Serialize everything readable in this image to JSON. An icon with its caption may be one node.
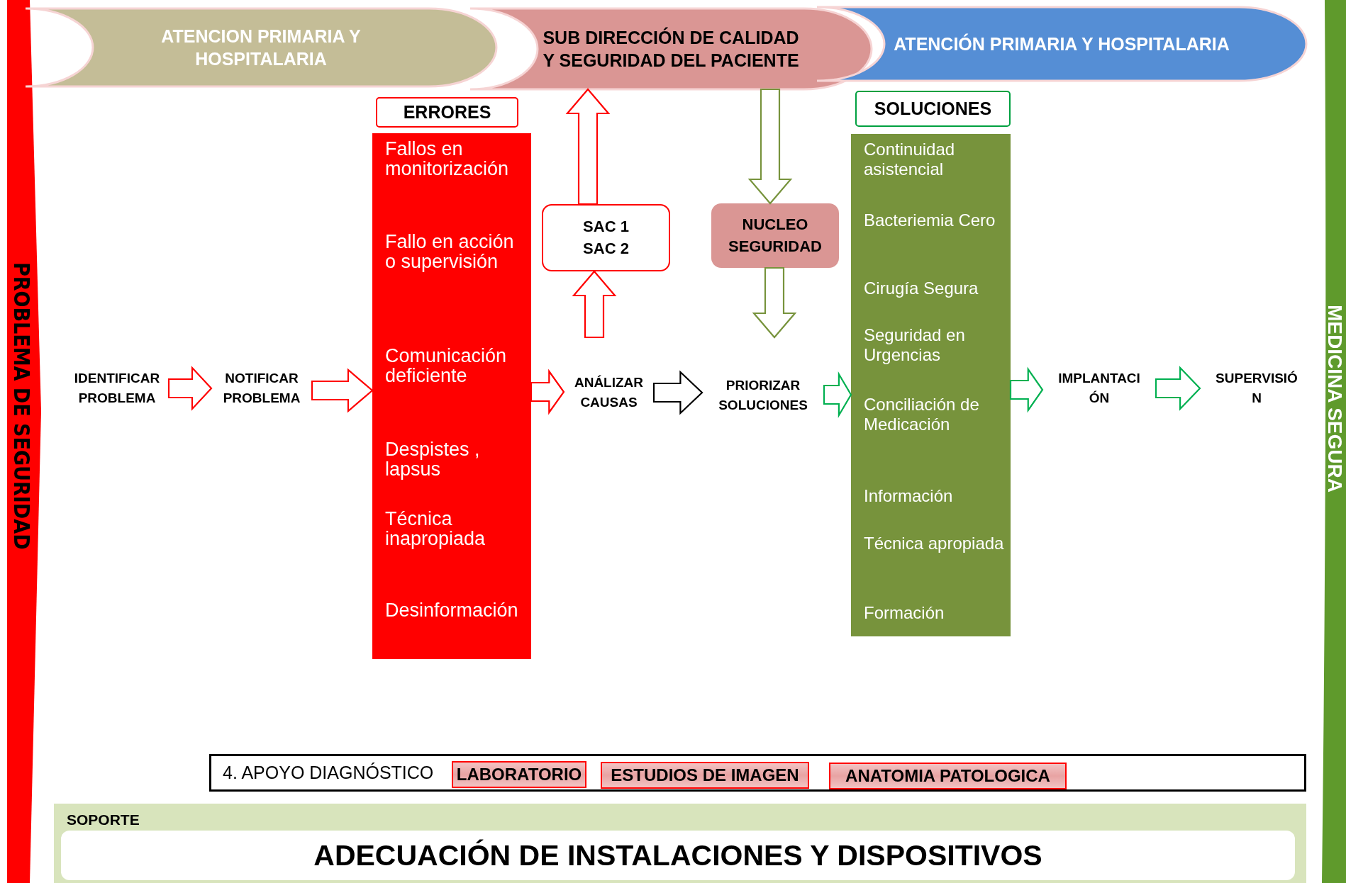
{
  "diagram": {
    "nodes": [
      {
        "text": [
          "PROBLEMA DE SEGURIDAD"
        ]
      },
      {
        "text": [
          "MEDICINA SEGURA"
        ]
      },
      {
        "text": [
          "ATENCION PRIMARIA Y HOSPITALARIA"
        ]
      },
      {
        "text": [
          "SUB DIRECCIÓN DE CALIDAD Y SEGURIDAD DEL PACIENTE"
        ]
      },
      {
        "text": [
          "ATENCIÓN PRIMARIA Y HOSPITALARIA"
        ]
      },
      {
        "text": [
          "ERRORES"
        ]
      },
      {
        "text": [
          "Fallos en monitorización",
          "Fallo en acción o supervisión",
          "Comunicación deficiente",
          "Despistes , lapsus",
          "Técnica inapropiada",
          "Desinformación"
        ]
      },
      {
        "text": [
          "SOLUCIONES"
        ]
      },
      {
        "text": [
          "Continuidad asistencial",
          "Bacteriemia Cero",
          "Cirugía Segura",
          "Seguridad en Urgencias",
          "Conciliación de Medicación",
          "Información",
          "Técnica apropiada",
          "Formación"
        ]
      },
      {
        "text": [
          "SAC 1 SAC 2"
        ]
      },
      {
        "text": [
          "NUCLEO SEGURIDAD"
        ]
      },
      {
        "text": [
          "IDENTIFICAR PROBLEMA"
        ]
      },
      {
        "text": [
          "NOTIFICAR PROBLEMA"
        ]
      },
      {
        "text": [
          "ANÁLIZAR CAUSAS"
        ]
      },
      {
        "text": [
          "PRIORIZAR SOLUCIONES"
        ]
      },
      {
        "text": [
          "IMPLANTACIÓN"
        ]
      },
      {
        "text": [
          "SUPERVISIÓN"
        ]
      },
      {
        "text": [
          "4. APOYO DIAGNÓSTICO"
        ]
      },
      {
        "text": [
          "LABORATORIO"
        ],
        "in": 17
      },
      {
        "text": [
          "ESTUDIOS DE IMAGEN"
        ],
        "in": 17
      },
      {
        "text": [
          "ANATOMIA PATOLOGICA"
        ],
        "in": 17
      },
      {
        "text": [
          "SOPORTE"
        ]
      },
      {
        "text": [
          "ADECUACIÓN DE INSTALACIONES Y DISPOSITIVOS"
        ],
        "in": 21
      }
    ],
    "edges": [
      {
        "from": 11,
        "to": 12,
        "arrow": "to"
      },
      {
        "from": 12,
        "to": 6,
        "arrow": "to"
      },
      {
        "from": 6,
        "to": 13,
        "arrow": "to"
      },
      {
        "from": 13,
        "to": 14,
        "arrow": "to",
        "color": "#000000"
      },
      {
        "from": 14,
        "to": 8,
        "arrow": "to",
        "color": "#00b050"
      },
      {
        "from": 8,
        "to": 15,
        "arrow": "to",
        "color": "#00b050"
      },
      {
        "from": 15,
        "to": 16,
        "arrow": "to",
        "color": "#00b050"
      },
      {
        "from": 13,
        "to": 9,
        "arrow": "to"
      },
      {
        "from": 9,
        "to": 3,
        "arrow": "to"
      },
      {
        "from": 3,
        "to": 10,
        "arrow": "to",
        "color": "#77933c"
      },
      {
        "from": 10,
        "to": 14,
        "arrow": "to",
        "color": "#77933c"
      }
    ]
  }
}
